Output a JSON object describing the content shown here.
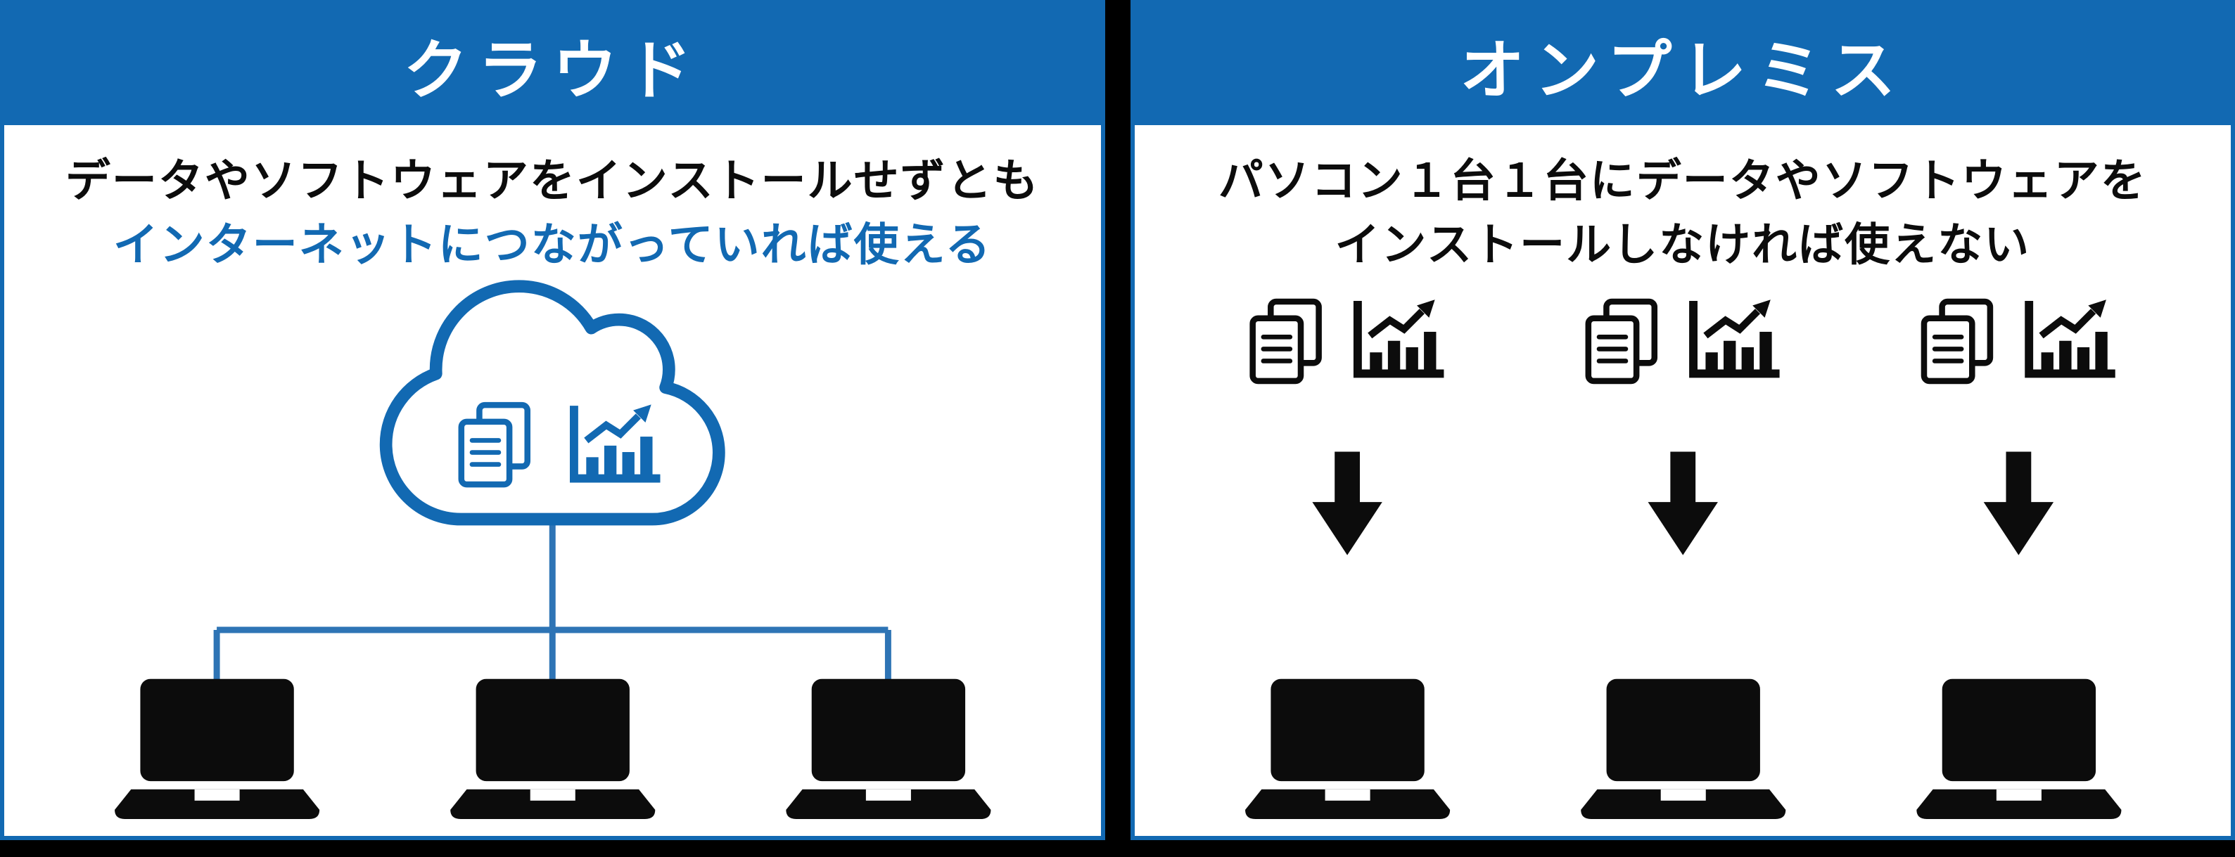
{
  "colors": {
    "accent_blue": "#1269b2",
    "line_blue": "#2e74b5",
    "ink_black": "#0c0c0c",
    "frame_black": "#000000",
    "panel_bg": "#ffffff"
  },
  "panels": {
    "cloud": {
      "title": "クラウド",
      "description_line1": "データやソフトウェアをインストールせずとも",
      "description_line2": "インターネットにつながっていれば使える",
      "figure": {
        "cloud_icon": "cloud-outline",
        "icons_in_cloud": [
          "documents-icon",
          "bar-chart-icon"
        ],
        "laptop_count": 3,
        "connection": "cloud-to-three-laptops"
      }
    },
    "onpremise": {
      "title": "オンプレミス",
      "description_line1": "パソコン１台１台にデータやソフトウェアを",
      "description_line2": "インストールしなければ使えない",
      "figure": {
        "station_count": 3,
        "station_icons": [
          "documents-icon",
          "bar-chart-icon",
          "down-arrow-icon",
          "laptop-icon"
        ]
      }
    }
  }
}
